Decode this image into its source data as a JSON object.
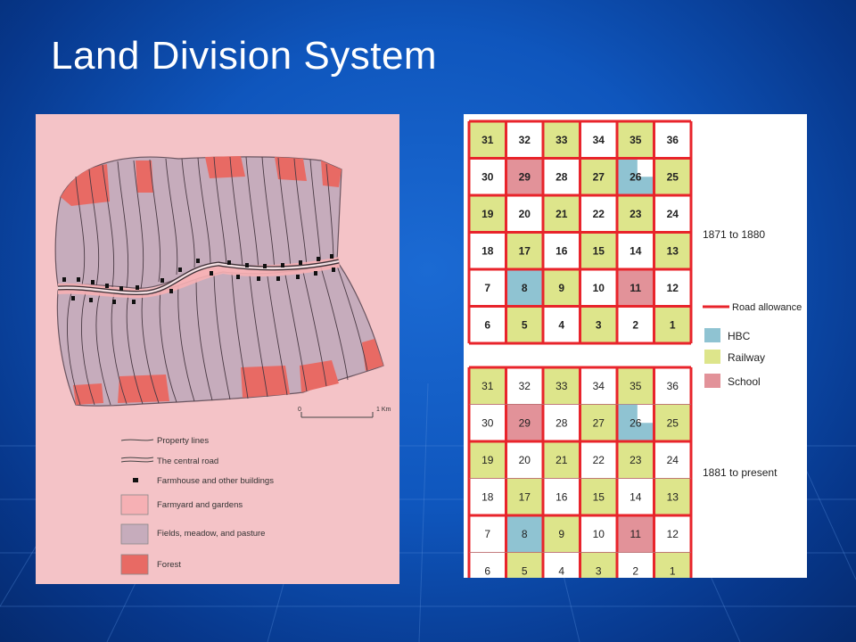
{
  "slide": {
    "title": "Land Division System"
  },
  "seigneury": {
    "scale_zero": "0",
    "scale_unit": "1 Km",
    "legend": [
      {
        "symbol": "property-lines",
        "label": "Property lines"
      },
      {
        "symbol": "central-road",
        "label": "The central road"
      },
      {
        "symbol": "farmhouse",
        "label": "Farmhouse and other buildings"
      },
      {
        "symbol": "farmyard",
        "label": "Farmyard and gardens"
      },
      {
        "symbol": "fields",
        "label": "Fields, meadow, and pasture"
      },
      {
        "symbol": "forest",
        "label": "Forest"
      }
    ]
  },
  "township": {
    "period_1": "1871 to 1880",
    "period_2": "1881 to present",
    "legend": {
      "road": "Road allowance",
      "hbc": "HBC",
      "railway": "Railway",
      "school": "School"
    },
    "rows": [
      [
        31,
        32,
        33,
        34,
        35,
        36
      ],
      [
        30,
        29,
        28,
        27,
        26,
        25
      ],
      [
        19,
        20,
        21,
        22,
        23,
        24
      ],
      [
        18,
        17,
        16,
        15,
        14,
        13
      ],
      [
        7,
        8,
        9,
        10,
        11,
        12
      ],
      [
        6,
        5,
        4,
        3,
        2,
        1
      ]
    ],
    "cell_types": {
      "hbc": [
        8
      ],
      "hbc_partial": [
        26
      ],
      "railway": [
        1,
        3,
        5,
        9,
        13,
        15,
        17,
        19,
        21,
        23,
        25,
        27,
        31,
        33,
        35
      ],
      "school": [
        11,
        29
      ]
    },
    "colors": {
      "road": "#e8242b",
      "hbc": "#8fc3d2",
      "railway": "#dde58b",
      "school": "#e29299",
      "forest": "#e86a64",
      "farmyard": "#f6b0b4",
      "fields": "#c6acbc"
    }
  }
}
